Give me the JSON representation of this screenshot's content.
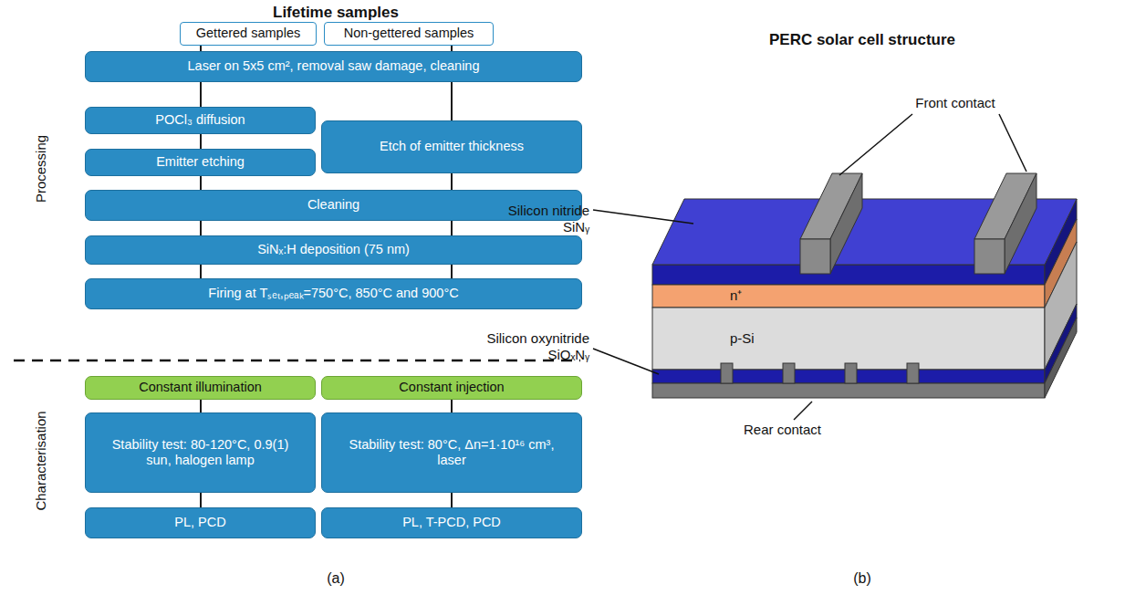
{
  "diagram": {
    "title": "Lifetime samples",
    "nodes": [
      {
        "text": [
          "Gettered samples"
        ]
      },
      {
        "text": [
          "Non-gettered samples"
        ]
      },
      {
        "text": [
          "Laser on 5x5 cm², removal saw damage, cleaning"
        ]
      },
      {
        "text": [
          "POCl₃ diffusion"
        ]
      },
      {
        "text": [
          "Emitter etching"
        ]
      },
      {
        "text": [
          "Etch of emitter thickness"
        ]
      },
      {
        "text": [
          "Cleaning"
        ]
      },
      {
        "text": [
          "SiNₓ:H deposition (75 nm)"
        ]
      },
      {
        "text": [
          "Firing at Tₛₑₜ,ₚₑₐₖ=750°C, 850°C and 900°C"
        ]
      },
      {
        "text": [
          "Constant illumination"
        ]
      },
      {
        "text": [
          "Constant injection"
        ]
      },
      {
        "text": [
          "Stability test: 80-120°C, 0.9(1) sun, halogen lamp"
        ]
      },
      {
        "text": [
          "Stability test: 80°C, Δn=1·10¹⁶ cm³, laser"
        ]
      },
      {
        "text": [
          "PL, PCD"
        ]
      },
      {
        "text": [
          "PL, T-PCD, PCD"
        ]
      }
    ],
    "edges": [
      {
        "from": 0,
        "to": 2,
        "arrow": "none"
      },
      {
        "from": 1,
        "to": 2,
        "arrow": "none"
      },
      {
        "from": 2,
        "to": 3,
        "arrow": "none"
      },
      {
        "from": 3,
        "to": 4,
        "arrow": "none"
      },
      {
        "from": 4,
        "to": 6,
        "arrow": "none"
      },
      {
        "from": 2,
        "to": 5,
        "arrow": "none"
      },
      {
        "from": 5,
        "to": 6,
        "arrow": "none"
      },
      {
        "from": 6,
        "to": 7,
        "arrow": "none"
      },
      {
        "from": 6,
        "to": 7,
        "arrow": "none"
      },
      {
        "from": 7,
        "to": 8,
        "arrow": "none"
      },
      {
        "from": 7,
        "to": 8,
        "arrow": "none"
      },
      {
        "from": 9,
        "to": 11,
        "arrow": "none"
      },
      {
        "from": 11,
        "to": 13,
        "arrow": "none"
      },
      {
        "from": 10,
        "to": 12,
        "arrow": "none"
      },
      {
        "from": 12,
        "to": 14,
        "arrow": "none"
      }
    ],
    "labels": [
      "Processing",
      "Characterisation",
      "(a)",
      "PERC solar cell structure",
      "Front contact",
      "Silicon nitride SiNᵧ",
      "n⁺",
      "p-Si",
      "Silicon oxynitride SiOₓNᵧ",
      "Rear contact",
      "(b)"
    ]
  }
}
